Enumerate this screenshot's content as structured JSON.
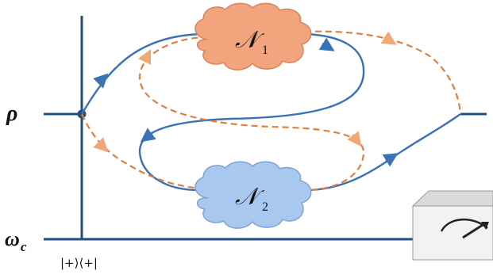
{
  "labels": {
    "rho": "ρ",
    "omega": "ω",
    "omega_sub": "c",
    "ket_bra": "|+⟩⟨+|",
    "channel1": "𝒩",
    "channel1_sub": "1",
    "channel2": "𝒩",
    "channel2_sub": "2"
  },
  "colors": {
    "wire": "#1f4e79",
    "path_solid": "#3a73b5",
    "path_dashed": "#dd8040",
    "cloud1_fill": "#f2a47c",
    "cloud1_stroke": "#d7865c",
    "cloud2_fill": "#a9c8ee",
    "cloud2_stroke": "#7fa3d3",
    "meter_front": "#f2f2f2",
    "meter_side": "#bfbfbf",
    "meter_top": "#dadada"
  },
  "icons": {
    "meter": "measurement-meter-icon"
  }
}
